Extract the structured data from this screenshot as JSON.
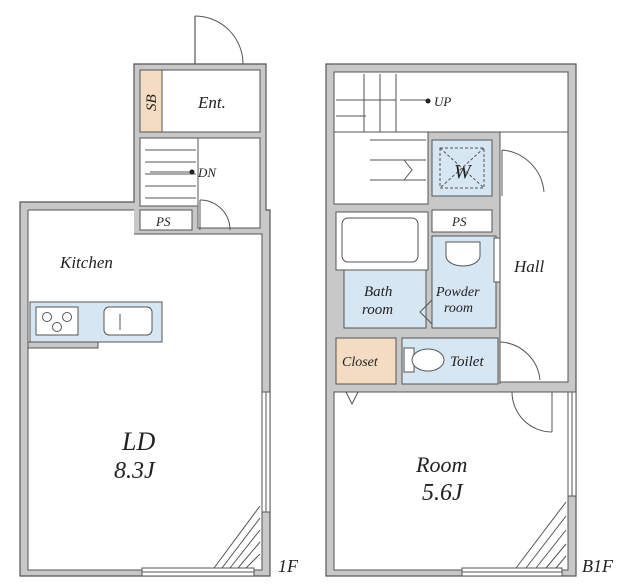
{
  "floors": {
    "first": {
      "label": "1F",
      "rooms": {
        "sb": "SB",
        "entrance": "Ent.",
        "dn": "DN",
        "ps": "PS",
        "kitchen": "Kitchen",
        "ld_name": "LD",
        "ld_size": "8.3J"
      }
    },
    "basement": {
      "label": "B1F",
      "rooms": {
        "up": "UP",
        "washer": "W",
        "ps": "PS",
        "hall": "Hall",
        "bath_line1": "Bath",
        "bath_line2": "room",
        "powder_line1": "Powder",
        "powder_line2": "room",
        "closet": "Closet",
        "toilet": "Toilet",
        "room_name": "Room",
        "room_size": "5.6J"
      }
    }
  },
  "colors": {
    "wall_fill": "#c8c8c8",
    "wet_area": "#d6e6f3",
    "storage": "#f3dcc2",
    "line": "#555555"
  }
}
